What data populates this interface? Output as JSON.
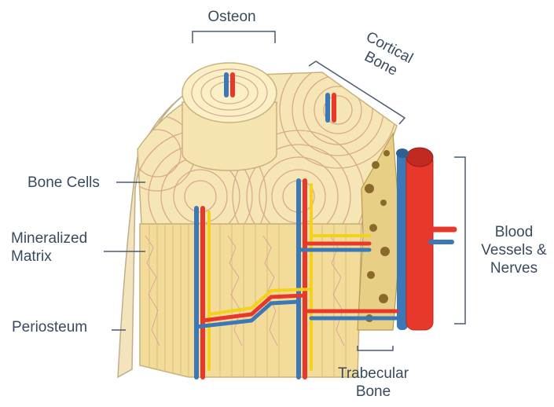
{
  "labels": {
    "osteon": "Osteon",
    "cortical_bone_line1": "Cortical",
    "cortical_bone_line2": "Bone",
    "bone_cells": "Bone Cells",
    "mineralized_matrix_line1": "Mineralized",
    "mineralized_matrix_line2": "Matrix",
    "periosteum": "Periosteum",
    "blood_vessels_line1": "Blood",
    "blood_vessels_line2": "Vessels &",
    "blood_vessels_line3": "Nerves",
    "trabecular_bone_line1": "Trabecular",
    "trabecular_bone_line2": "Bone"
  },
  "colors": {
    "label_text": "#3a4a5e",
    "leader_line": "#4a5a70",
    "bone_top": "#f7e6b5",
    "bone_front": "#f3dc9a",
    "bone_outline": "#c9b27a",
    "lamella_line": "#d8a98e",
    "artery": "#e8382c",
    "vein": "#3a78b8",
    "nerve": "#f2d21b",
    "trabecular_fill": "#e8cf86",
    "trabecular_hole": "#8a6a2a"
  }
}
